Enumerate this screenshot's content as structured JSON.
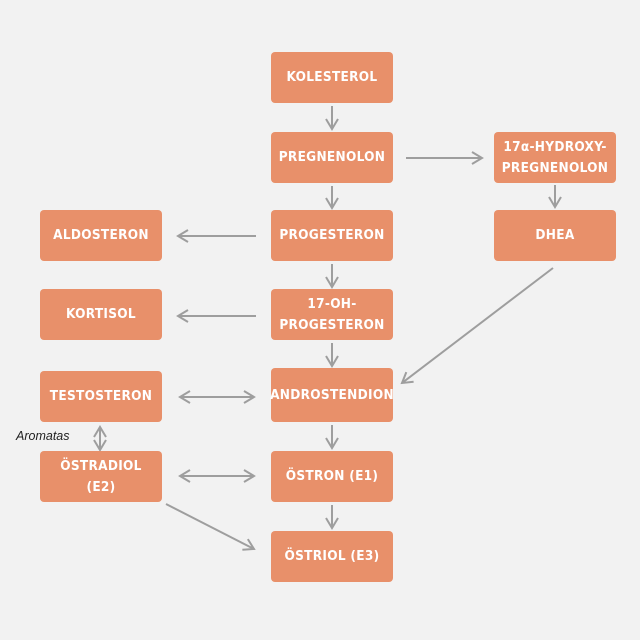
{
  "diagram": {
    "nodes": {
      "kolesterol": "KOLESTEROL",
      "pregnenolon": "PREGNENOLON",
      "hydroxy_pregnenolon": "17α-HYDROXY-\nPREGNENOLON",
      "aldosteron": "ALDOSTERON",
      "progesteron": "PROGESTERON",
      "dhea": "DHEA",
      "kortisol": "KORTISOL",
      "oh_progesteron": "17-OH-\nPROGESTERON",
      "testosteron": "TESTOSTERON",
      "androstendion": "ANDROSTENDION",
      "ostradiol": "ÖSTRADIOL (E2)",
      "ostron": "ÖSTRON (E1)",
      "ostriol": "ÖSTRIOL (E3)"
    },
    "labels": {
      "aromatas": "Aromatas"
    },
    "colors": {
      "node_fill": "#e8906a",
      "node_text": "#ffffff",
      "arrow": "#9e9e9e",
      "background": "#f2f2f2"
    }
  }
}
